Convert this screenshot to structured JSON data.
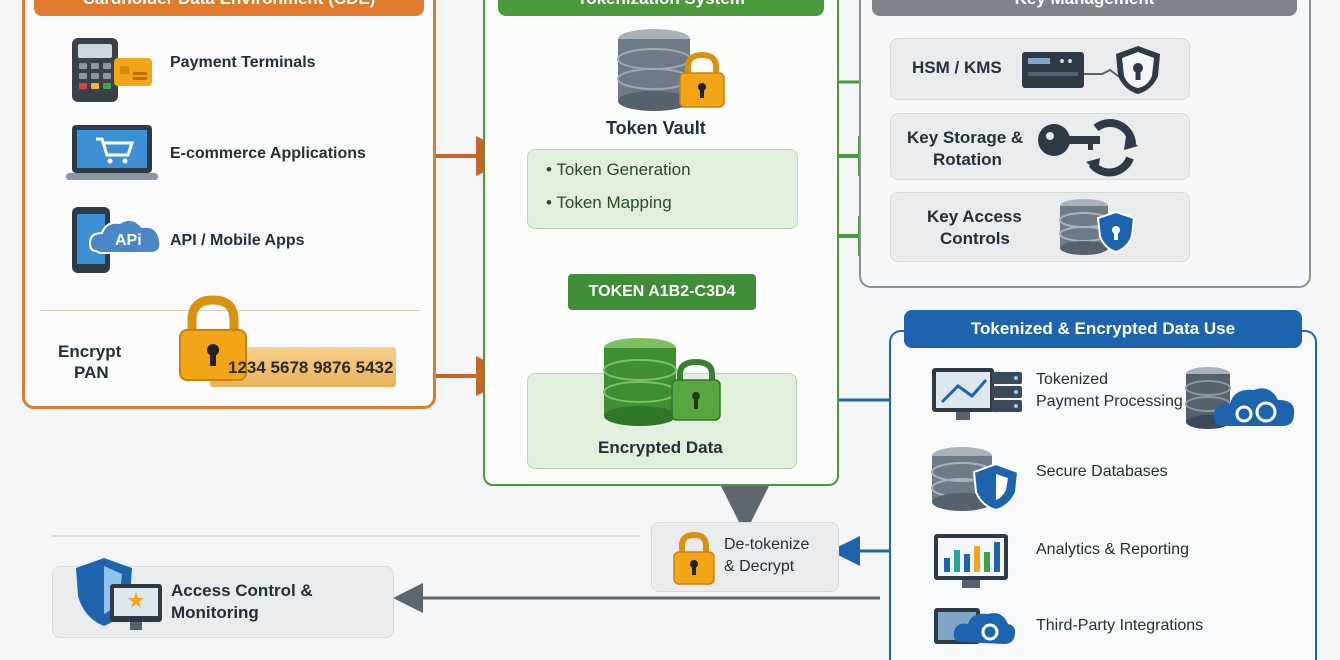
{
  "panels": {
    "cde": {
      "title": "Cardholder Data Environment (CDE)"
    },
    "tokenization": {
      "title": "Tokenization System"
    },
    "key_management": {
      "title": "Key Management"
    },
    "data_use": {
      "title": "Tokenized & Encrypted Data Use"
    }
  },
  "cde": {
    "items": [
      "Payment Terminals",
      "E-commerce Applications",
      "API / Mobile Apps"
    ],
    "api_badge": "APi",
    "encrypt_label_1": "Encrypt",
    "encrypt_label_2": "PAN",
    "pan_number": "1234 5678 9876 5432"
  },
  "tokenization": {
    "vault_label": "Token Vault",
    "functions": [
      "• Token Generation",
      "• Token Mapping"
    ],
    "token_badge": "TOKEN A1B2-C3D4",
    "encrypted_label": "Encrypted Data"
  },
  "key_management": {
    "hsm": "HSM / KMS",
    "storage_1": "Key Storage &",
    "storage_2": "Rotation",
    "access_1": "Key Access",
    "access_2": "Controls"
  },
  "data_use": {
    "payment_1": "Tokenized",
    "payment_2": "Payment Processing",
    "databases": "Secure Databases",
    "analytics": "Analytics & Reporting",
    "third_party": "Third-Party Integrations"
  },
  "detokenize": {
    "line_1": "De-tokenize",
    "line_2": "& Decrypt"
  },
  "access_control": {
    "line_1": "Access Control &",
    "line_2": "Monitoring"
  },
  "colors": {
    "orange": "#e07a2c",
    "green": "#4a9a3c",
    "gray": "#7d8388",
    "blue": "#1d63ad",
    "lock_gold": "#f2a516"
  }
}
